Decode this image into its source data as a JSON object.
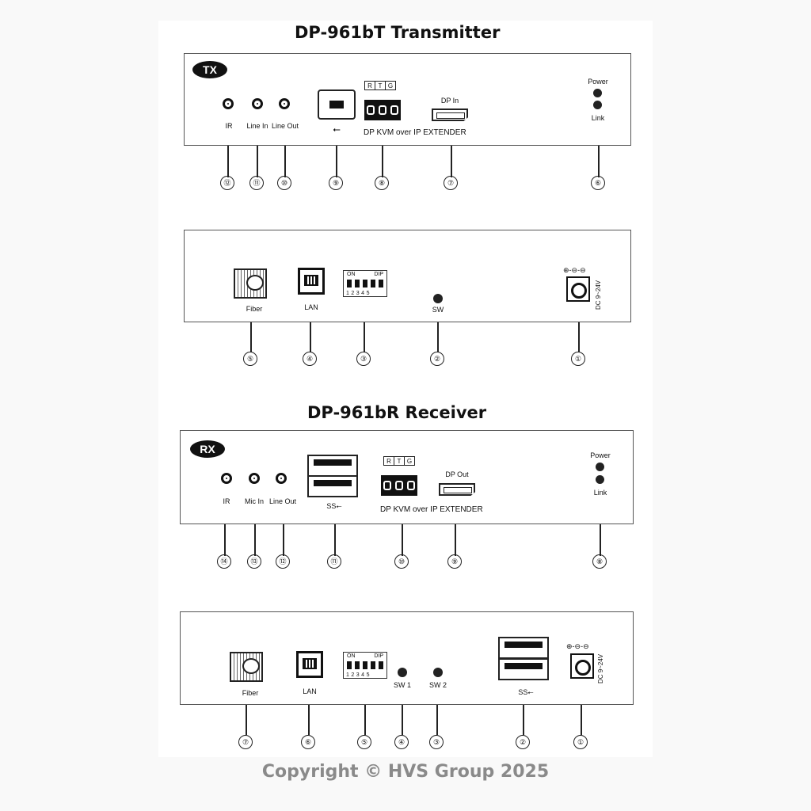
{
  "transmitter": {
    "title": "DP-961bT Transmitter",
    "badge": "TX",
    "front": {
      "jack_labels": [
        "IR",
        "Line In",
        "Line Out"
      ],
      "terminal_labels": [
        "R",
        "T",
        "G"
      ],
      "dp_label": "DP In",
      "extender_label": "DP KVM over IP EXTENDER",
      "led_labels": [
        "Power",
        "Link"
      ],
      "callouts": [
        "⑫",
        "⑪",
        "⑩",
        "⑨",
        "⑧",
        "⑦",
        "⑥"
      ]
    },
    "rear": {
      "fiber_label": "Fiber",
      "lan_label": "LAN",
      "dip_on": "ON",
      "dip_label": "DIP",
      "dip_numbers": "12345",
      "sw_label": "SW",
      "dc_symbol": "⊕-⊖-⊖",
      "dc_voltage": "DC 9~24V",
      "callouts": [
        "⑤",
        "④",
        "③",
        "②",
        "①"
      ]
    }
  },
  "receiver": {
    "title": "DP-961bR Receiver",
    "badge": "RX",
    "front": {
      "jack_labels": [
        "IR",
        "Mic In",
        "Line Out"
      ],
      "usb_label": "SS⭠",
      "terminal_labels": [
        "R",
        "T",
        "G"
      ],
      "dp_label": "DP Out",
      "extender_label": "DP KVM over IP EXTENDER",
      "led_labels": [
        "Power",
        "Link"
      ],
      "callouts": [
        "⑭",
        "⑬",
        "⑫",
        "⑪",
        "⑩",
        "⑨",
        "⑧"
      ]
    },
    "rear": {
      "fiber_label": "Fiber",
      "lan_label": "LAN",
      "dip_on": "ON",
      "dip_label": "DIP",
      "dip_numbers": "12345",
      "sw1_label": "SW 1",
      "sw2_label": "SW 2",
      "usb_label": "SS⭠",
      "dc_symbol": "⊕-⊖-⊖",
      "dc_voltage": "DC 9~24V",
      "callouts": [
        "⑦",
        "⑥",
        "⑤",
        "④",
        "③",
        "②",
        "①"
      ]
    }
  },
  "copyright": "Copyright © HVS Group 2025"
}
